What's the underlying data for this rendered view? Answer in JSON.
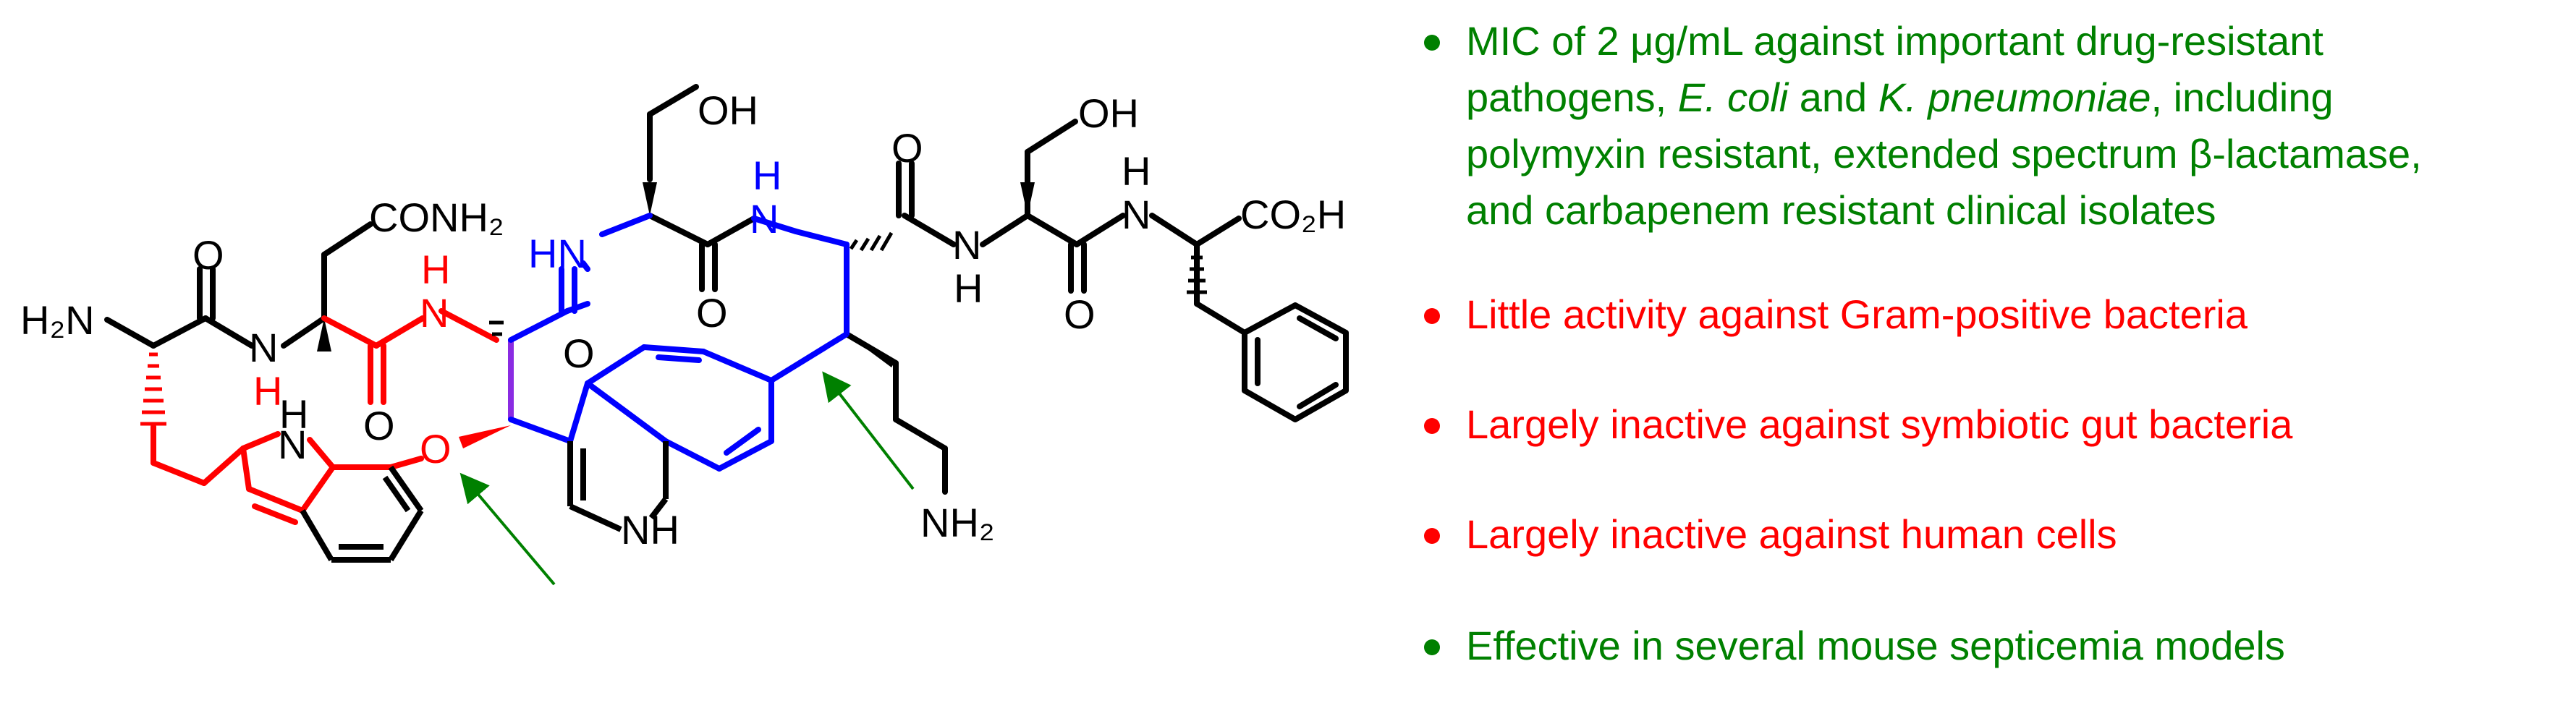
{
  "colors": {
    "black": "#000000",
    "red": "#ff0000",
    "blue": "#0000ff",
    "purple": "#8a2be2",
    "green": "#008000"
  },
  "molecule": {
    "labels": {
      "h2n_terminal": "H₂N",
      "conh2": "CONH₂",
      "oh_ser1": "OH",
      "oh_ser2": "OH",
      "co2h": "CO₂H",
      "nh2_lys": "NH₂",
      "nh_indole_red": "N",
      "h_indole_red": "H",
      "nh_indole_blue": "NH",
      "o_ether": "O",
      "o_1": "O",
      "o_2": "O",
      "o_3": "O",
      "o_4": "O",
      "o_5": "O",
      "o_6": "O",
      "n_amide1": "N",
      "h_amide1": "H",
      "n_amide_red": "N",
      "h_amide_red": "H",
      "hn_blue": "HN",
      "n_blue": "N",
      "h_blue": "H",
      "n_amide2": "N",
      "h_amide2": "H",
      "n_amide3": "N",
      "h_amide3": "H"
    }
  },
  "bullets": [
    {
      "color": "#008000",
      "lines": [
        [
          {
            "t": "MIC of 2 μg/mL against important drug-resistant"
          }
        ],
        [
          {
            "t": "pathogens, "
          },
          {
            "t": "E. coli",
            "i": true
          },
          {
            "t": " and "
          },
          {
            "t": "K. pneumoniae",
            "i": true
          },
          {
            "t": ", including"
          }
        ],
        [
          {
            "t": "polymyxin resistant, extended spectrum β-lactamase,"
          }
        ],
        [
          {
            "t": "and carbapenem resistant clinical isolates"
          }
        ]
      ]
    },
    {
      "color": "#ff0000",
      "lines": [
        [
          {
            "t": "Little activity against Gram-positive bacteria"
          }
        ]
      ]
    },
    {
      "color": "#ff0000",
      "lines": [
        [
          {
            "t": "Largely inactive against symbiotic gut bacteria"
          }
        ]
      ]
    },
    {
      "color": "#ff0000",
      "lines": [
        [
          {
            "t": "Largely inactive against human cells"
          }
        ]
      ]
    },
    {
      "color": "#008000",
      "lines": [
        [
          {
            "t": "Effective in several mouse septicemia models"
          }
        ]
      ]
    }
  ]
}
